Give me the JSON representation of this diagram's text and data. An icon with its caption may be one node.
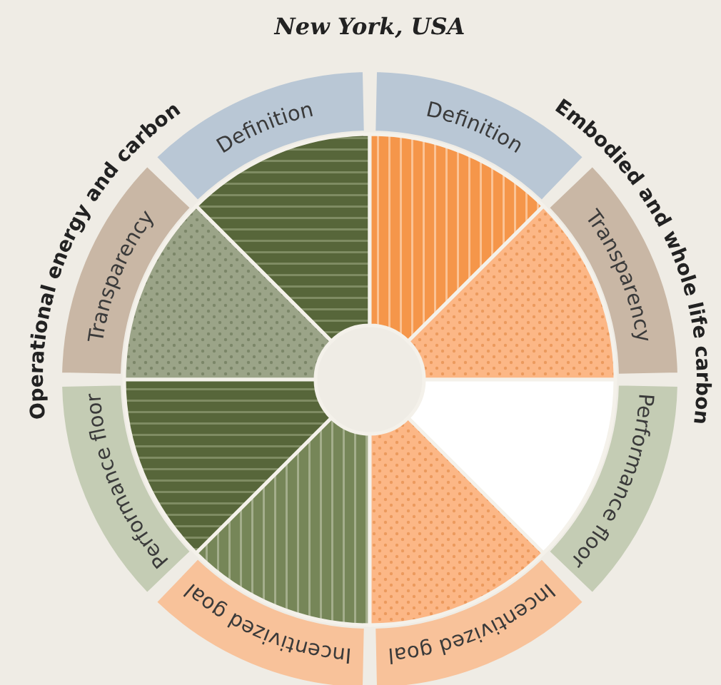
{
  "diagram": {
    "title": "New York, USA",
    "nodes": [
      {
        "text": [
          "Definition"
        ]
      },
      {
        "text": [
          "Transparency"
        ]
      },
      {
        "text": [
          "Performance floor"
        ]
      },
      {
        "text": [
          "Incentivized goal"
        ]
      },
      {
        "text": [
          "Definition"
        ]
      },
      {
        "text": [
          "Transparency"
        ]
      },
      {
        "text": [
          "Performance floor"
        ]
      },
      {
        "text": [
          "Incentivized goal"
        ]
      }
    ],
    "labels": [
      "Operational energy and carbon",
      "Embodied and whole life carbon"
    ]
  }
}
